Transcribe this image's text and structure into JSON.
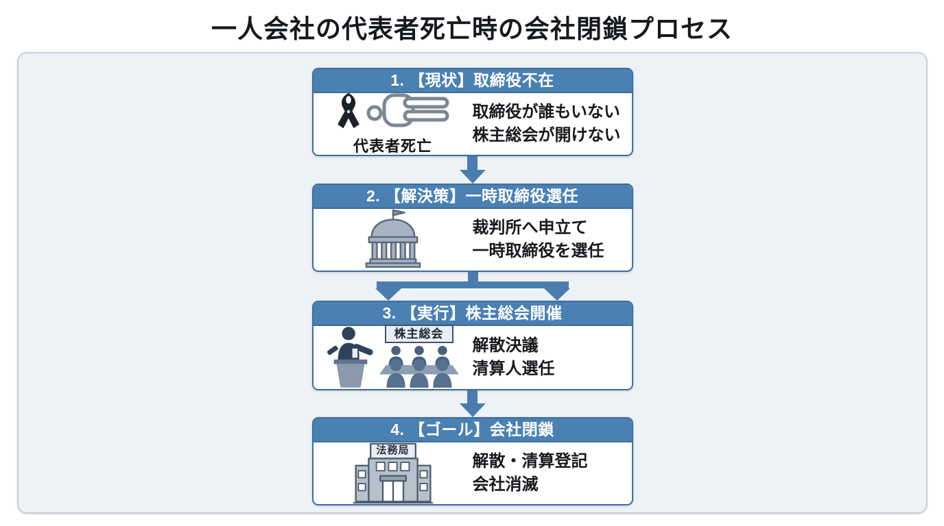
{
  "title": "一人会社の代表者死亡時の会社閉鎖プロセス",
  "colors": {
    "header_blue": "#4a80b2",
    "box_border": "#3f6d99",
    "arrow_blue": "#4a7dae",
    "container_bg": "#edf2f7",
    "container_border": "#c9cfd7",
    "ribbon_black": "#1c2127",
    "icon_fill_gray": "#a7b3c2",
    "icon_outline": "#55677b",
    "figure_dark": "#2f4257",
    "figure_medium": "#56708f"
  },
  "steps": [
    {
      "header": "1.  【現状】取締役不在",
      "icon": "mourning-ribbon-and-deceased-person",
      "icon_caption": "代表者死亡",
      "lines": [
        "取締役が誰もいない",
        "株主総会が開けない"
      ]
    },
    {
      "header": "2.  【解決策】一時取締役選任",
      "icon": "courthouse",
      "lines": [
        "裁判所へ申立て",
        "一時取締役を選任"
      ]
    },
    {
      "header": "3.  【実行】株主総会開催",
      "icon": "speaker-and-shareholder-meeting",
      "sign_label": "株主総会",
      "lines": [
        "解散決議",
        "清算人選任"
      ]
    },
    {
      "header": "4.  【ゴール】会社閉鎖",
      "icon": "legal-affairs-bureau-building",
      "sign_label": "法務局",
      "lines": [
        "解散・清算登記",
        "会社消滅"
      ]
    }
  ]
}
